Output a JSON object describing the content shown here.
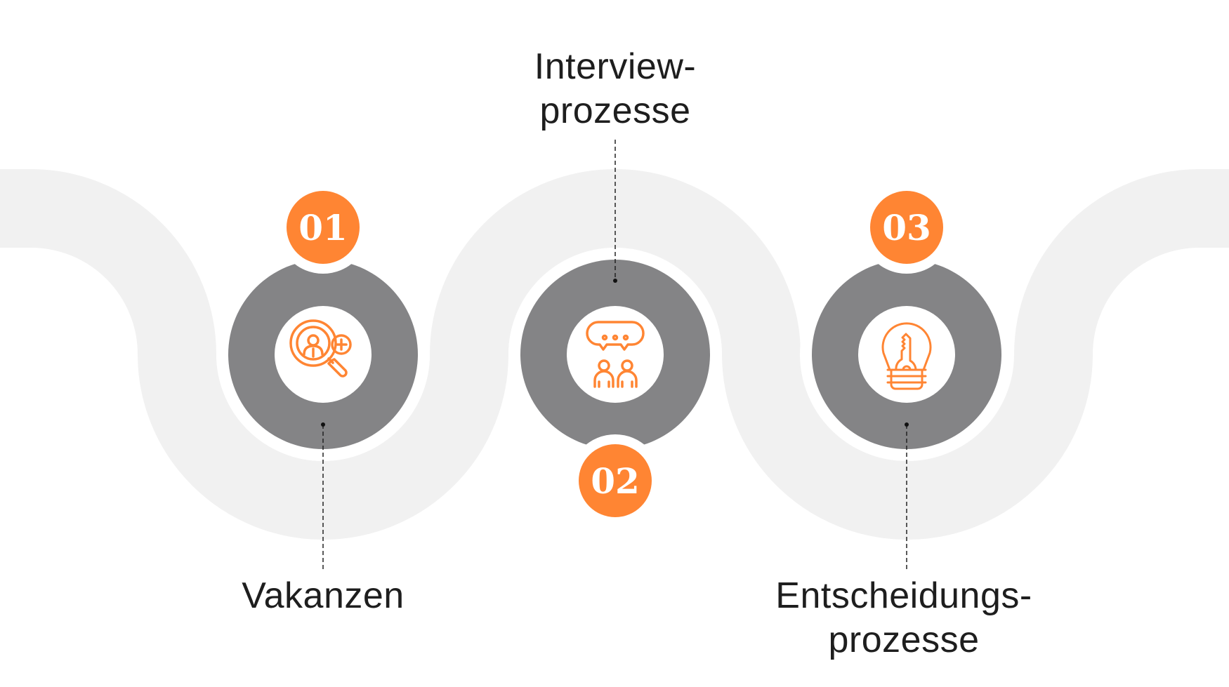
{
  "colors": {
    "accent": "#ff8533",
    "circle": "#848486",
    "band": "#f1f1f1",
    "text": "#1e1e1e"
  },
  "steps": [
    {
      "number": "01",
      "label_lines": [
        "Vakanzen"
      ],
      "icon": "search-candidate-icon"
    },
    {
      "number": "02",
      "label_lines": [
        "Interview-",
        "prozesse"
      ],
      "icon": "conversation-icon"
    },
    {
      "number": "03",
      "label_lines": [
        "Entscheidungs-",
        "prozesse"
      ],
      "icon": "lightbulb-key-icon"
    }
  ]
}
